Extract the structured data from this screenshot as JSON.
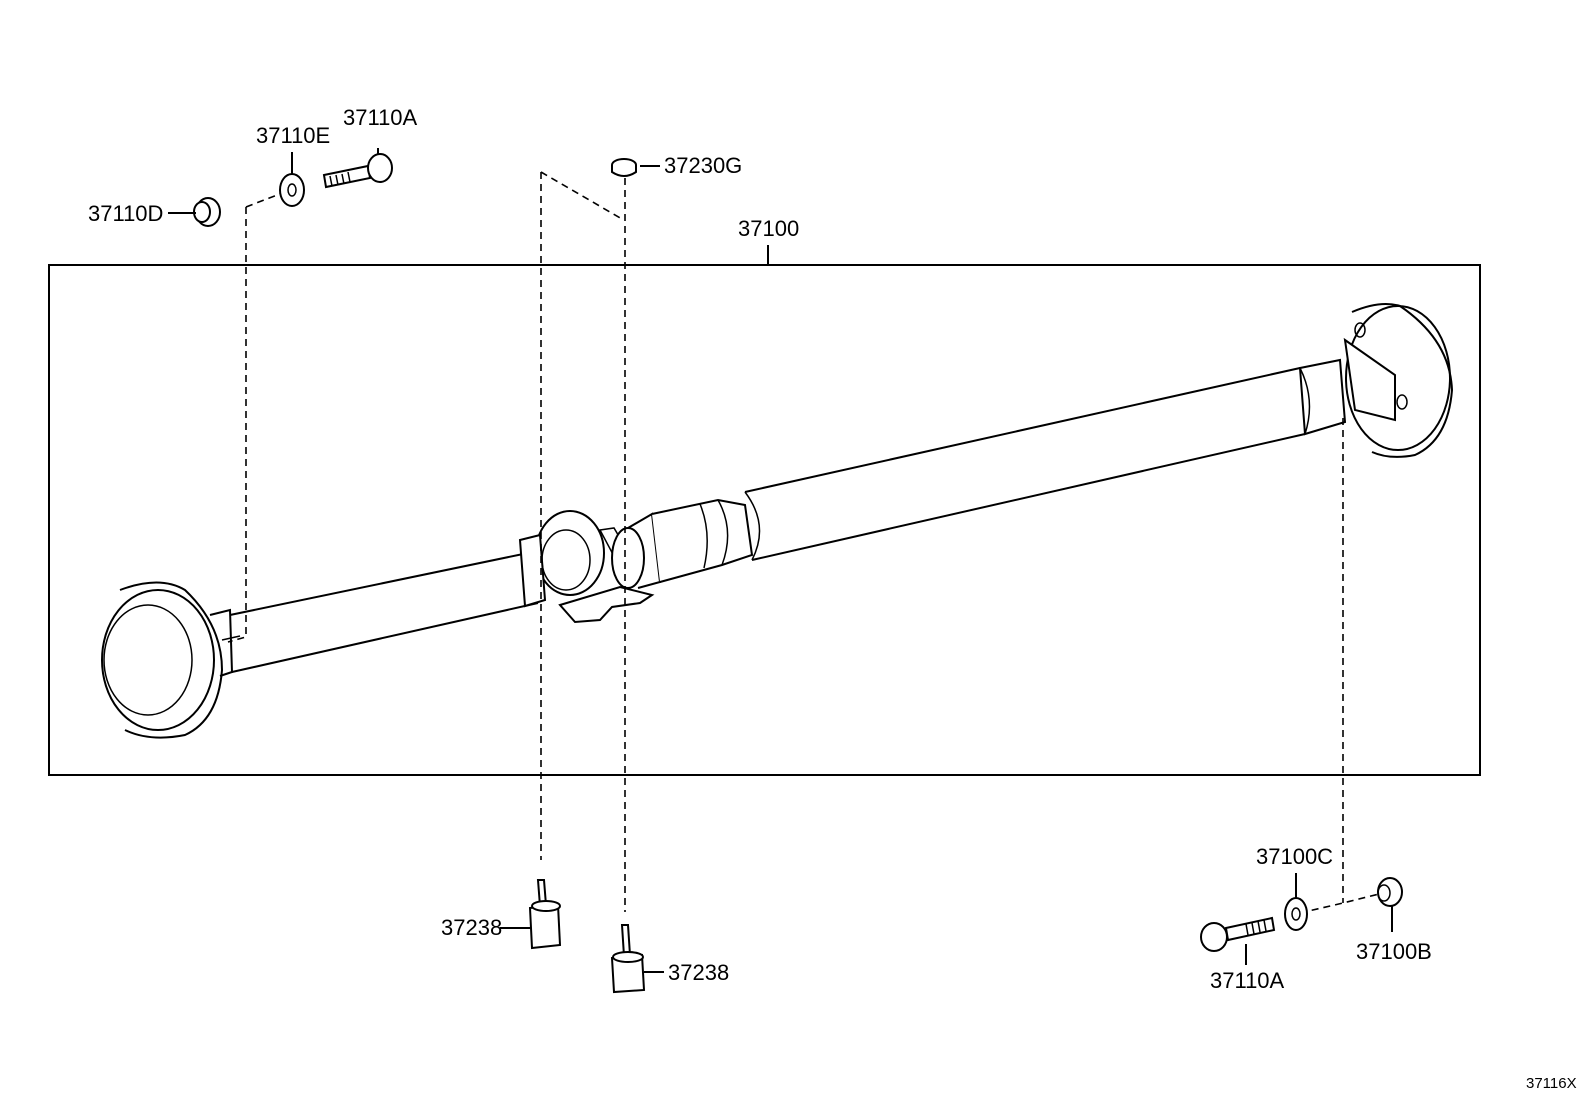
{
  "labels": {
    "shaft_assembly": "37100",
    "nut_left": "37110D",
    "washer_left": "37110E",
    "bolt_left": "37110A",
    "spacer_top": "37230G",
    "stud_left": "37238",
    "stud_right": "37238",
    "washer_right": "37100C",
    "nut_right": "37100B",
    "bolt_right": "37110A",
    "diagram_code": "37116X"
  }
}
